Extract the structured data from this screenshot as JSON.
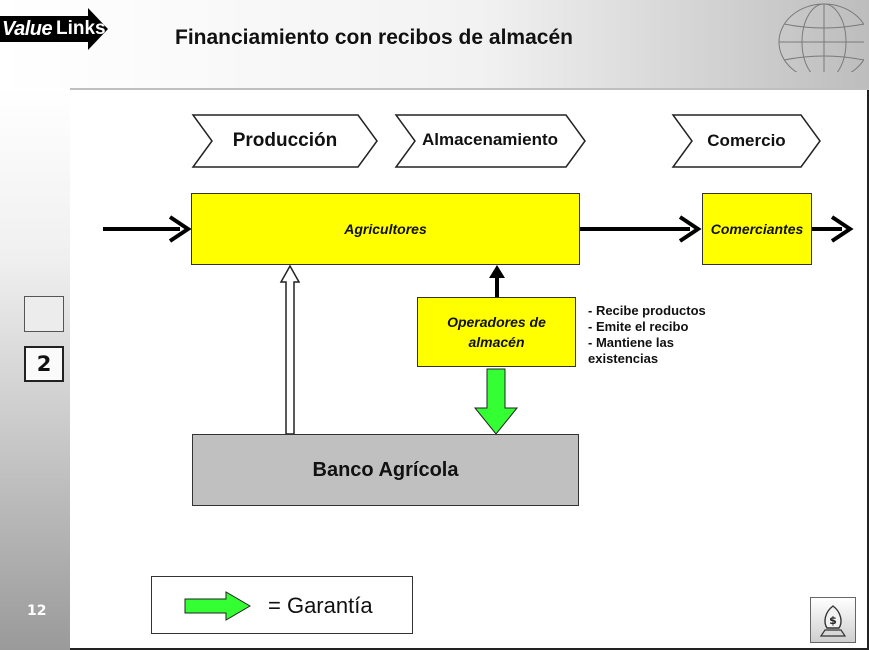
{
  "header": {
    "title": "Financiamiento con recibos de almacén",
    "logo_value": "Value",
    "logo_links": "Links",
    "globe_icon": "globe-icon"
  },
  "sidebar": {
    "page_boxes": [
      "",
      "2"
    ],
    "slide_number": "12"
  },
  "diagram": {
    "stages": [
      "Producción",
      "Almacenamiento",
      "Comercio"
    ],
    "nodes": {
      "agricultores": "Agricultores",
      "comerciantes": "Comerciantes",
      "operadores": "Operadores de almacén",
      "banco": "Banco Agrícola"
    },
    "operator_tasks": [
      "- Recibe productos",
      "- Emite el recibo",
      "- Mantiene las existencias"
    ],
    "colors": {
      "node_fill": "#ffff00",
      "bank_fill": "#c0c0c0",
      "guarantee_arrow": "#33ff33"
    }
  },
  "legend": {
    "label": "= Garantía",
    "arrow_color": "#33ff33"
  },
  "footer": {
    "icon": "money-bag-icon"
  }
}
